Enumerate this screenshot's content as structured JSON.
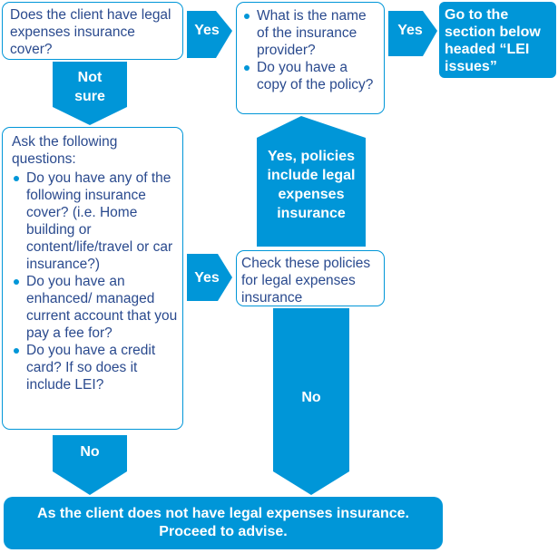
{
  "boxes": {
    "q1": "Does the client have legal expenses insurance cover?",
    "provider_items": [
      "What is the name of the insurance provider?",
      "Do you have a copy of the policy?"
    ],
    "goto": "Go to the section below headed “LEI issues”",
    "ask_intro": "Ask the following questions:",
    "ask_items": [
      "Do you have any of the following insurance cover? (i.e. Home building or content/life/travel or car insurance?)",
      "Do you have an enhanced/ managed current account that you pay a fee for?",
      "Do you have a credit card? If so does it include LEI?"
    ],
    "check": "Check these policies for legal expenses insurance",
    "final": "As the client does not have legal expenses insurance. Proceed to advise."
  },
  "arrows": {
    "yes_1": "Yes",
    "yes_2": "Yes",
    "yes_3": "Yes",
    "not_sure": "Not sure",
    "yes_policies": "Yes, policies include legal expenses insurance",
    "no_left": "No",
    "no_middle": "No"
  },
  "colors": {
    "accent": "#0096d8",
    "text": "#2a4a8e",
    "background": "#ffffff"
  }
}
